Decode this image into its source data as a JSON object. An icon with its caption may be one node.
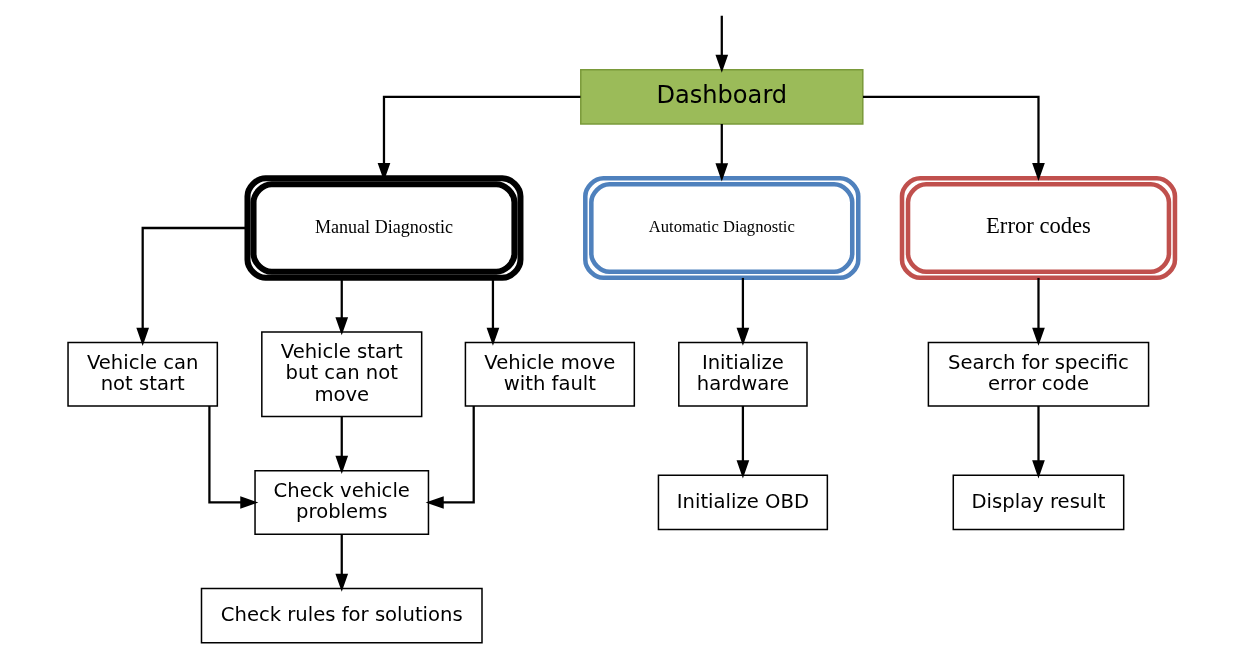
{
  "diagram": {
    "nodes": [
      {
        "text": [
          "Dashboard"
        ]
      },
      {
        "text": [
          "Manual Diagnostic"
        ]
      },
      {
        "text": [
          "Automatic Diagnostic"
        ]
      },
      {
        "text": [
          "Error codes"
        ]
      },
      {
        "text": [
          "Vehicle can not start"
        ]
      },
      {
        "text": [
          "Vehicle start but can not move"
        ]
      },
      {
        "text": [
          "Vehicle move with fault"
        ]
      },
      {
        "text": [
          "Check vehicle problems"
        ]
      },
      {
        "text": [
          "Check rules for solutions"
        ]
      },
      {
        "text": [
          "Initialize hardware"
        ]
      },
      {
        "text": [
          "Initialize OBD"
        ]
      },
      {
        "text": [
          "Search for specific error code"
        ]
      },
      {
        "text": [
          "Display result"
        ]
      }
    ],
    "edges": [
      {
        "from": null,
        "to": 0,
        "arrow": "to"
      },
      {
        "from": 0,
        "to": 1,
        "arrow": "to"
      },
      {
        "from": 0,
        "to": 2,
        "arrow": "to"
      },
      {
        "from": 0,
        "to": 3,
        "arrow": "to"
      },
      {
        "from": 1,
        "to": 4,
        "arrow": "to"
      },
      {
        "from": 1,
        "to": 5,
        "arrow": "to"
      },
      {
        "from": 1,
        "to": 6,
        "arrow": "to"
      },
      {
        "from": 4,
        "to": 7,
        "arrow": "to"
      },
      {
        "from": 5,
        "to": 7,
        "arrow": "to"
      },
      {
        "from": 6,
        "to": 7,
        "arrow": "to"
      },
      {
        "from": 7,
        "to": 8,
        "arrow": "to"
      },
      {
        "from": 2,
        "to": 9,
        "arrow": "to"
      },
      {
        "from": 9,
        "to": 10,
        "arrow": "to"
      },
      {
        "from": 3,
        "to": 11,
        "arrow": "to"
      },
      {
        "from": 11,
        "to": 12,
        "arrow": "to"
      }
    ]
  }
}
